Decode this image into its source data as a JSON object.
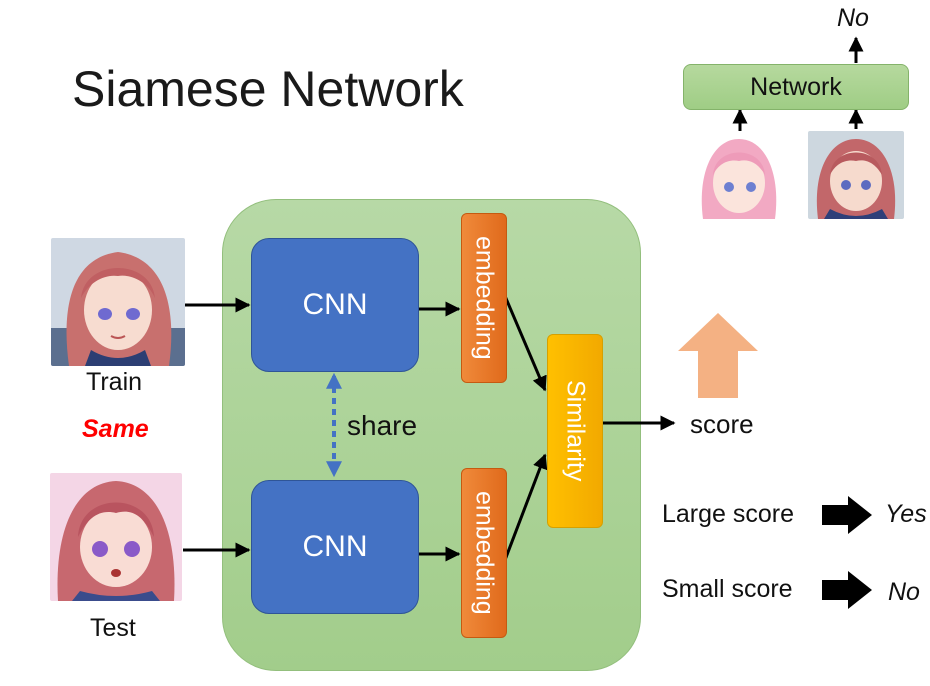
{
  "title": "Siamese Network",
  "diagram": {
    "cnn_top": "CNN",
    "cnn_bottom": "CNN",
    "embedding_top": "embedding",
    "embedding_bottom": "embedding",
    "similarity": "Similarity",
    "share": "share",
    "score": "score",
    "train": "Train",
    "test": "Test",
    "same": "Same",
    "large_score": "Large score",
    "yes": "Yes",
    "small_score": "Small score",
    "no": "No"
  },
  "mini_diagram": {
    "network": "Network",
    "output": "No"
  },
  "colors": {
    "cnn_blue": "#4472c4",
    "embedding_orange": "#e8772a",
    "similarity_yellow": "#ffc000",
    "region_green": "#a9d18e",
    "same_red": "#ff0000",
    "up_arrow_salmon": "#f4b183"
  }
}
